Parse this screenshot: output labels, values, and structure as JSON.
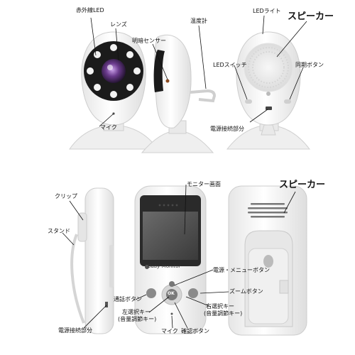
{
  "camera_labels": {
    "ir_led": "赤外線LED",
    "lens": "レンズ",
    "mic": "マイク",
    "light_sensor": "明暗センサー",
    "thermometer": "温度計",
    "led_light": "LEDライト",
    "speaker": "スピーカー",
    "led_switch": "LEDスイッチ",
    "sync_button": "同期ボタン",
    "power_port": "電源接続部分"
  },
  "monitor_labels": {
    "clip": "クリップ",
    "stand": "スタンド",
    "power_port": "電源接続部分",
    "screen": "モニター画面",
    "speaker": "スピーカー",
    "power_menu_button": "電源・メニューボタン",
    "zoom_button": "ズームボタン",
    "talk_button": "通話ボタン",
    "left_select": "左選択キー",
    "left_select_sub": "(音量調節キー)",
    "right_select": "右選択キー",
    "right_select_sub": "(音量調節キー)",
    "mic": "マイク",
    "ok_button": "確認ボタン",
    "ok_key": "OK",
    "brand": "Baby Monitor"
  },
  "colors": {
    "device_body": "#f4f4f4",
    "device_edge": "#cfcfcf",
    "lens_ring": "#1a1a1a",
    "lens_center": "#6a3a8c",
    "screen": "#2a2a2a",
    "screen_inner": "#5a5a5a"
  }
}
